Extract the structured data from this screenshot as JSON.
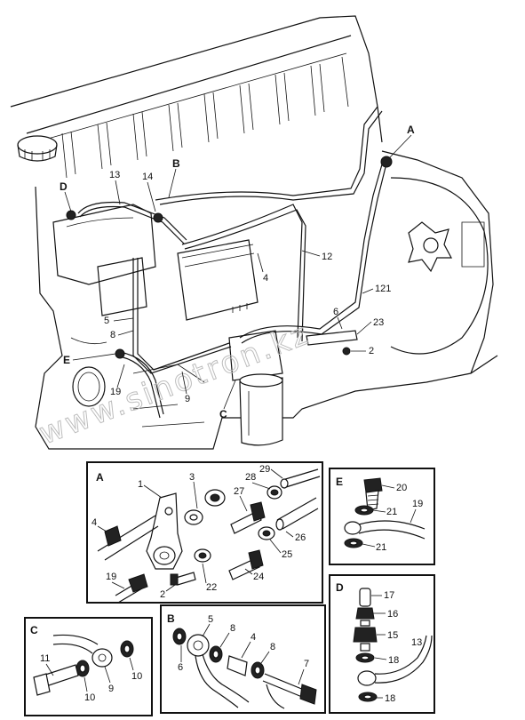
{
  "watermark": "www.sinotron.kz",
  "callouts": {
    "main": {
      "A": "A",
      "B": "B",
      "C": "C",
      "D": "D",
      "E": "E",
      "n13": "13",
      "n14": "14",
      "n12": "12",
      "n4": "4",
      "n121": "121",
      "n6": "6",
      "n23": "23",
      "n2": "2",
      "n5": "5",
      "n8": "8",
      "n19": "19",
      "n9": "9"
    },
    "detail_a": {
      "title": "A",
      "n1": "1",
      "n3": "3",
      "n27": "27",
      "n28": "28",
      "n29": "29",
      "n4": "4",
      "n26": "26",
      "n25": "25",
      "n24": "24",
      "n22": "22",
      "n2": "2",
      "n19": "19"
    },
    "detail_e": {
      "title": "E",
      "n20": "20",
      "n21a": "21",
      "n19": "19",
      "n21b": "21"
    },
    "detail_d": {
      "title": "D",
      "n17": "17",
      "n16": "16",
      "n15": "15",
      "n13": "13",
      "n18a": "18",
      "n18b": "18"
    },
    "detail_b": {
      "title": "B",
      "n5": "5",
      "n8a": "8",
      "n4": "4",
      "n8b": "8",
      "n6": "6",
      "n7": "7"
    },
    "detail_c": {
      "title": "C",
      "n11": "11",
      "n10a": "10",
      "n9": "9",
      "n10b": "10"
    }
  }
}
